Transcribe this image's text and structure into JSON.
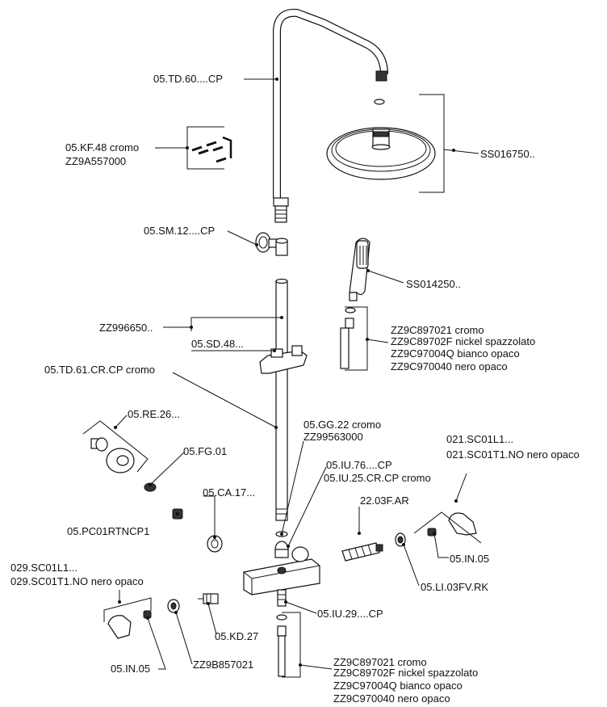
{
  "labels": {
    "shower_arm": "05.TD.60....CP",
    "fix_kit": "05.KF.48 cromo",
    "fix_kit_code": "ZZ9A557000",
    "head_shower": "SS016750..",
    "connector": "05.SM.12....CP",
    "hand_shower": "SS014250..",
    "hose_1": "ZZ9C897021 cromo",
    "hose_2": "ZZ9C89702F nickel spazzolato",
    "hose_3": "ZZ9C97004Q bianco opaco",
    "hose_4": "ZZ9C970040 nero opaco",
    "rail_set": "ZZ996650..",
    "slider": "05.SD.48...",
    "riser_pipe": "05.TD.61.CR.CP cromo",
    "rosette": "05.RE.26...",
    "filter": "05.FG.01",
    "gasket_1": "05.GG.22 cromo",
    "gasket_2": "ZZ99563000",
    "ring": "05.CA.17...",
    "union_1": "05.IU.76....CP",
    "union_2": "05.IU.25.CR.CP cromo",
    "handle_r_1": "021.SC01L1...",
    "handle_r_2": "021.SC01T1.NO nero opaco",
    "check_valve": "05.PC01RTNCP1",
    "cartridge": "22.03F.AR",
    "insert_r": "05.IN.05",
    "limiter": "05.LI.03FV.RK",
    "handle_l_1": "029.SC01L1...",
    "handle_l_2": "029.SC01T1.NO nero opaco",
    "outlet_union": "05.IU.29....CP",
    "thermo": "05.KD.27",
    "insert_l": "05.IN.05",
    "nut": "ZZ9B857021",
    "hose_b1": "ZZ9C897021 cromo",
    "hose_b2": "ZZ9C89702F nickel spazzolato",
    "hose_b3": "ZZ9C97004Q bianco opaco",
    "hose_b4": "ZZ9C970040 nero opaco"
  }
}
